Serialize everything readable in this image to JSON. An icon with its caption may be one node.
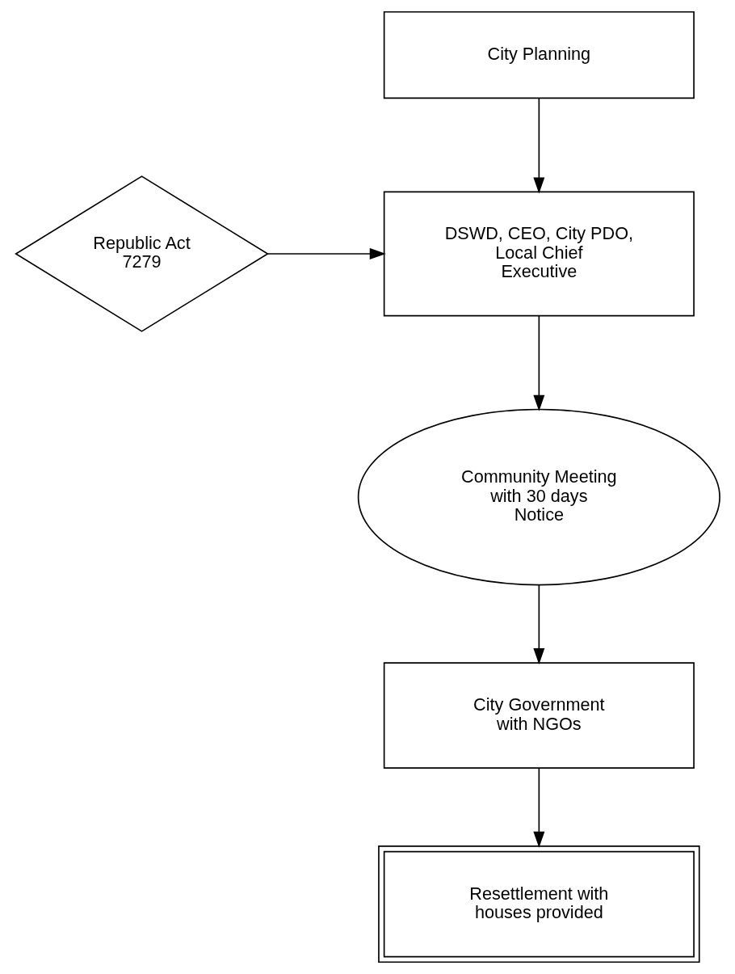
{
  "diagram": {
    "nodes": [
      {
        "text": [
          "City Planning"
        ]
      },
      {
        "text": [
          "DSWD, CEO, City PDO, Local Chief Executive"
        ]
      },
      {
        "text": [
          "Republic Act 7279"
        ]
      },
      {
        "text": [
          "Community Meeting with 30 days Notice"
        ]
      },
      {
        "text": [
          "City Government with NGOs"
        ]
      },
      {
        "text": [
          "Resettlement with houses provided"
        ]
      }
    ],
    "edges": [
      {
        "from": 0,
        "to": 1,
        "arrow": "to"
      },
      {
        "from": 2,
        "to": 1,
        "arrow": "to"
      },
      {
        "from": 1,
        "to": 3,
        "arrow": "to"
      },
      {
        "from": 3,
        "to": 4,
        "arrow": "to"
      },
      {
        "from": 4,
        "to": 5,
        "arrow": "to"
      }
    ]
  }
}
